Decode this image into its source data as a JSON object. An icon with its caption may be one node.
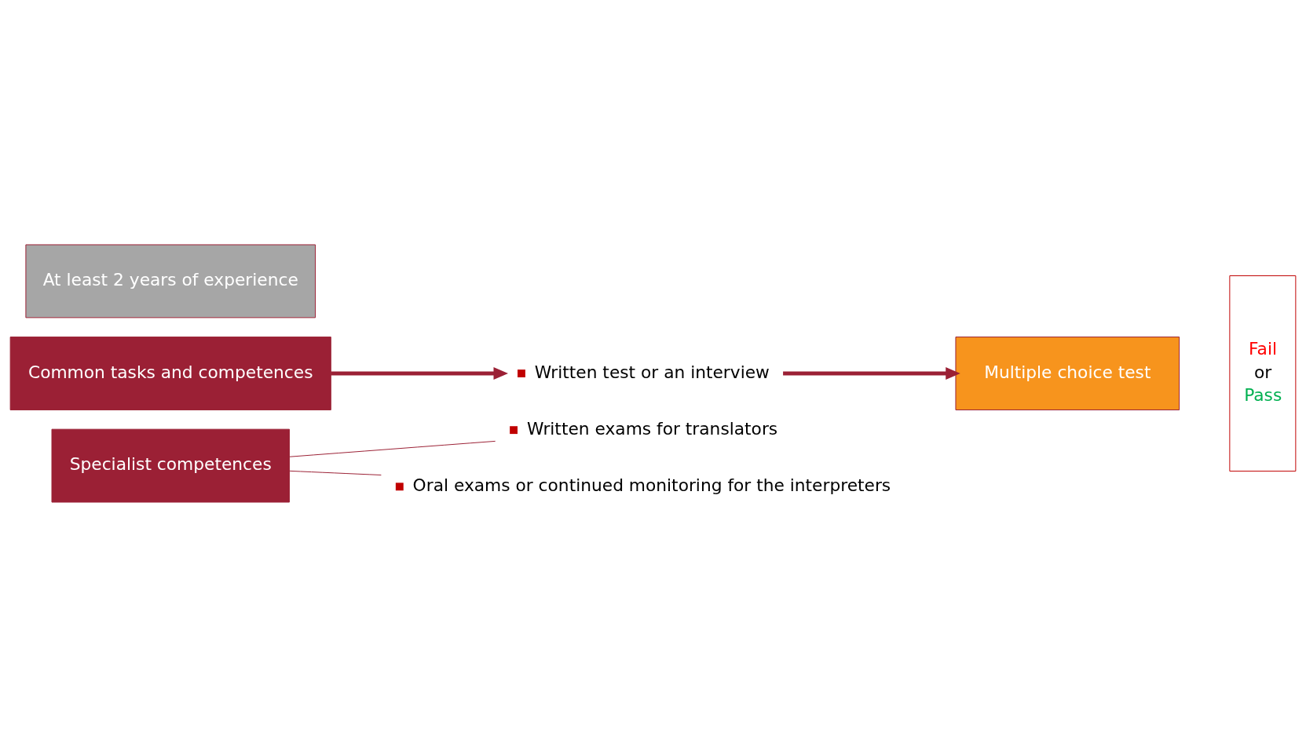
{
  "diagram": {
    "nodes": [
      {
        "text": [
          "At least 2 years of experience"
        ]
      },
      {
        "text": [
          "Multiple choice test"
        ]
      },
      {
        "text": [
          "Common tasks and competences"
        ]
      },
      {
        "text": [
          "Specialist competences"
        ]
      },
      {
        "text": [
          "Written test or an interview"
        ]
      },
      {
        "text": [
          "Written exams for translators"
        ]
      },
      {
        "text": [
          "Oral exams or continued monitoring for the interpreters"
        ]
      },
      {
        "text": [
          "Fail",
          "or",
          "Pass"
        ]
      }
    ],
    "edges": [
      {
        "from": 2,
        "to": 4,
        "arrow": "to",
        "style": "thick"
      },
      {
        "from": 4,
        "to": 1,
        "arrow": "to",
        "style": "thick"
      },
      {
        "from": 3,
        "to": 5,
        "arrow": "none"
      },
      {
        "from": 3,
        "to": 6,
        "arrow": "none"
      }
    ]
  }
}
